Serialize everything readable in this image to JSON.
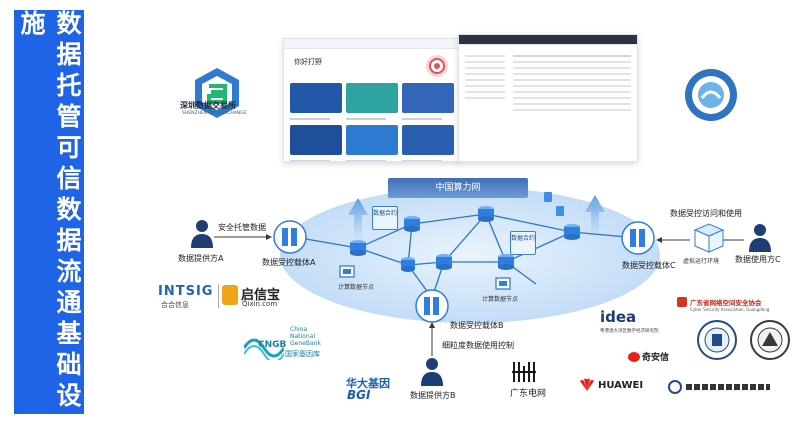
{
  "title": "数据托管可信数据流通基础设施",
  "exchange": {
    "name": "深圳数据交易所",
    "subname": "SHENZHEN DATA EXCHANGE"
  },
  "screenshot": {
    "heading": "你好打野"
  },
  "network": {
    "title": "中国算力网",
    "data_contract": "数据合约",
    "data_contract_2": "数据合约",
    "nodes": [
      "计算数据节点",
      "计算数据节点"
    ]
  },
  "left_flow": {
    "channel": "安全托管数据",
    "provider_a": "数据提供方A",
    "carrier_a": "数据受控载体A"
  },
  "right_flow": {
    "access": "数据受控访问和使用",
    "user_c": "数据使用方C",
    "carrier_c": "数据受控载体C",
    "runtime": "虚拟运行环境"
  },
  "bottom_flow": {
    "carrier_b": "数据受控载体B",
    "control": "细粒度数据使用控制",
    "provider_b": "数据提供方B"
  },
  "partners_left": {
    "intsig": "INTSIG",
    "intsig_cn": "合合信息",
    "qixin": "启信宝",
    "qixin_url": "Qixin.com",
    "cngb": "CNGB",
    "cngb_full_1": "China",
    "cngb_full_2": "National",
    "cngb_full_3": "GeneBank",
    "cngb_cn": "国家基因库"
  },
  "partners_bottom": {
    "bgi": "华大基因",
    "bgi_en": "BGI",
    "gd_net": "广东电网"
  },
  "partners_right": {
    "idea": "idea",
    "idea_sub": "粤港澳大湾区数字经济研究院",
    "gd_assoc": "广东省网络空间安全协会",
    "gd_assoc_en": "Cyber Security Association, Guangdong",
    "qianxin": "奇安信",
    "huawei": "HUAWEI"
  },
  "colors": {
    "band": "#1f63e6",
    "cloud": "#d6e7fa",
    "node": "#4a90e2",
    "accent": "#3c7fd0"
  }
}
